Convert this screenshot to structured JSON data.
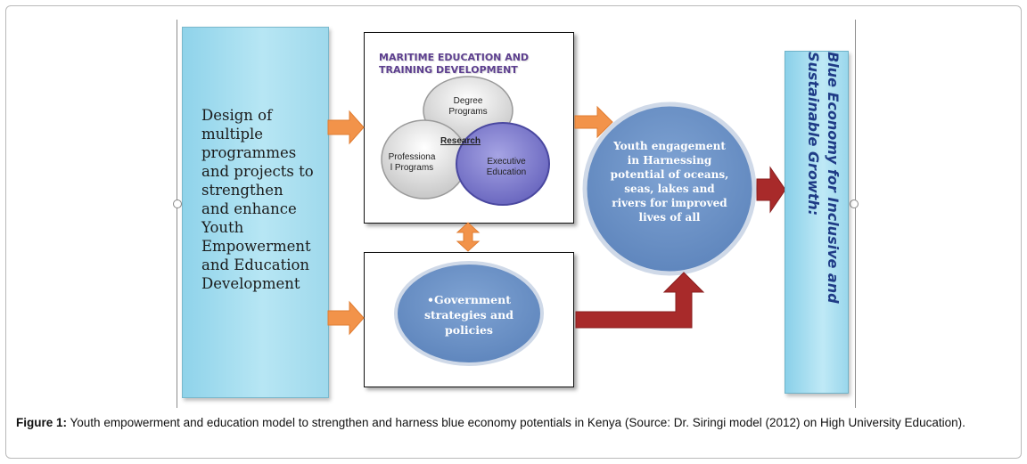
{
  "left_box": {
    "lines": [
      "Design of",
      "multiple",
      "programmes",
      "and projects to",
      "strengthen",
      "and enhance",
      "Youth",
      "Empowerment",
      "and Education",
      "Development"
    ]
  },
  "maritime": {
    "title_line1": "MARITIME EDUCATION AND",
    "title_line2": "TRAINING DEVELOPMENT",
    "degree_line1": "Degree",
    "degree_line2": "Programs",
    "research": "Research",
    "professional_line1": "Professiona",
    "professional_line2": "l Programs",
    "executive_line1": "Executive",
    "executive_line2": "Education"
  },
  "youth": {
    "lines": [
      "Youth engagement",
      "in Harnessing",
      "potential of oceans,",
      "seas, lakes and",
      "rivers for improved",
      "lives of all"
    ]
  },
  "government": {
    "lines": [
      "•Government",
      "strategies and",
      "policies"
    ]
  },
  "right_box": {
    "line1": "Blue Economy for Inclusive and",
    "line2": "Sustainable Growth:"
  },
  "caption": {
    "label": "Figure 1:",
    "text": " Youth empowerment and education model to strengthen and harness blue economy potentials in Kenya (Source: Dr. Siringi model (2012) on High University Education)."
  },
  "colors": {
    "light_blue": "#9fd9ec",
    "circle_blue": "#6f93c6",
    "orange_arrow": "#f2934a",
    "red_arrow": "#a82a2a",
    "executive_purple": "#7b78c9",
    "title_purple": "#5d3f8f"
  }
}
